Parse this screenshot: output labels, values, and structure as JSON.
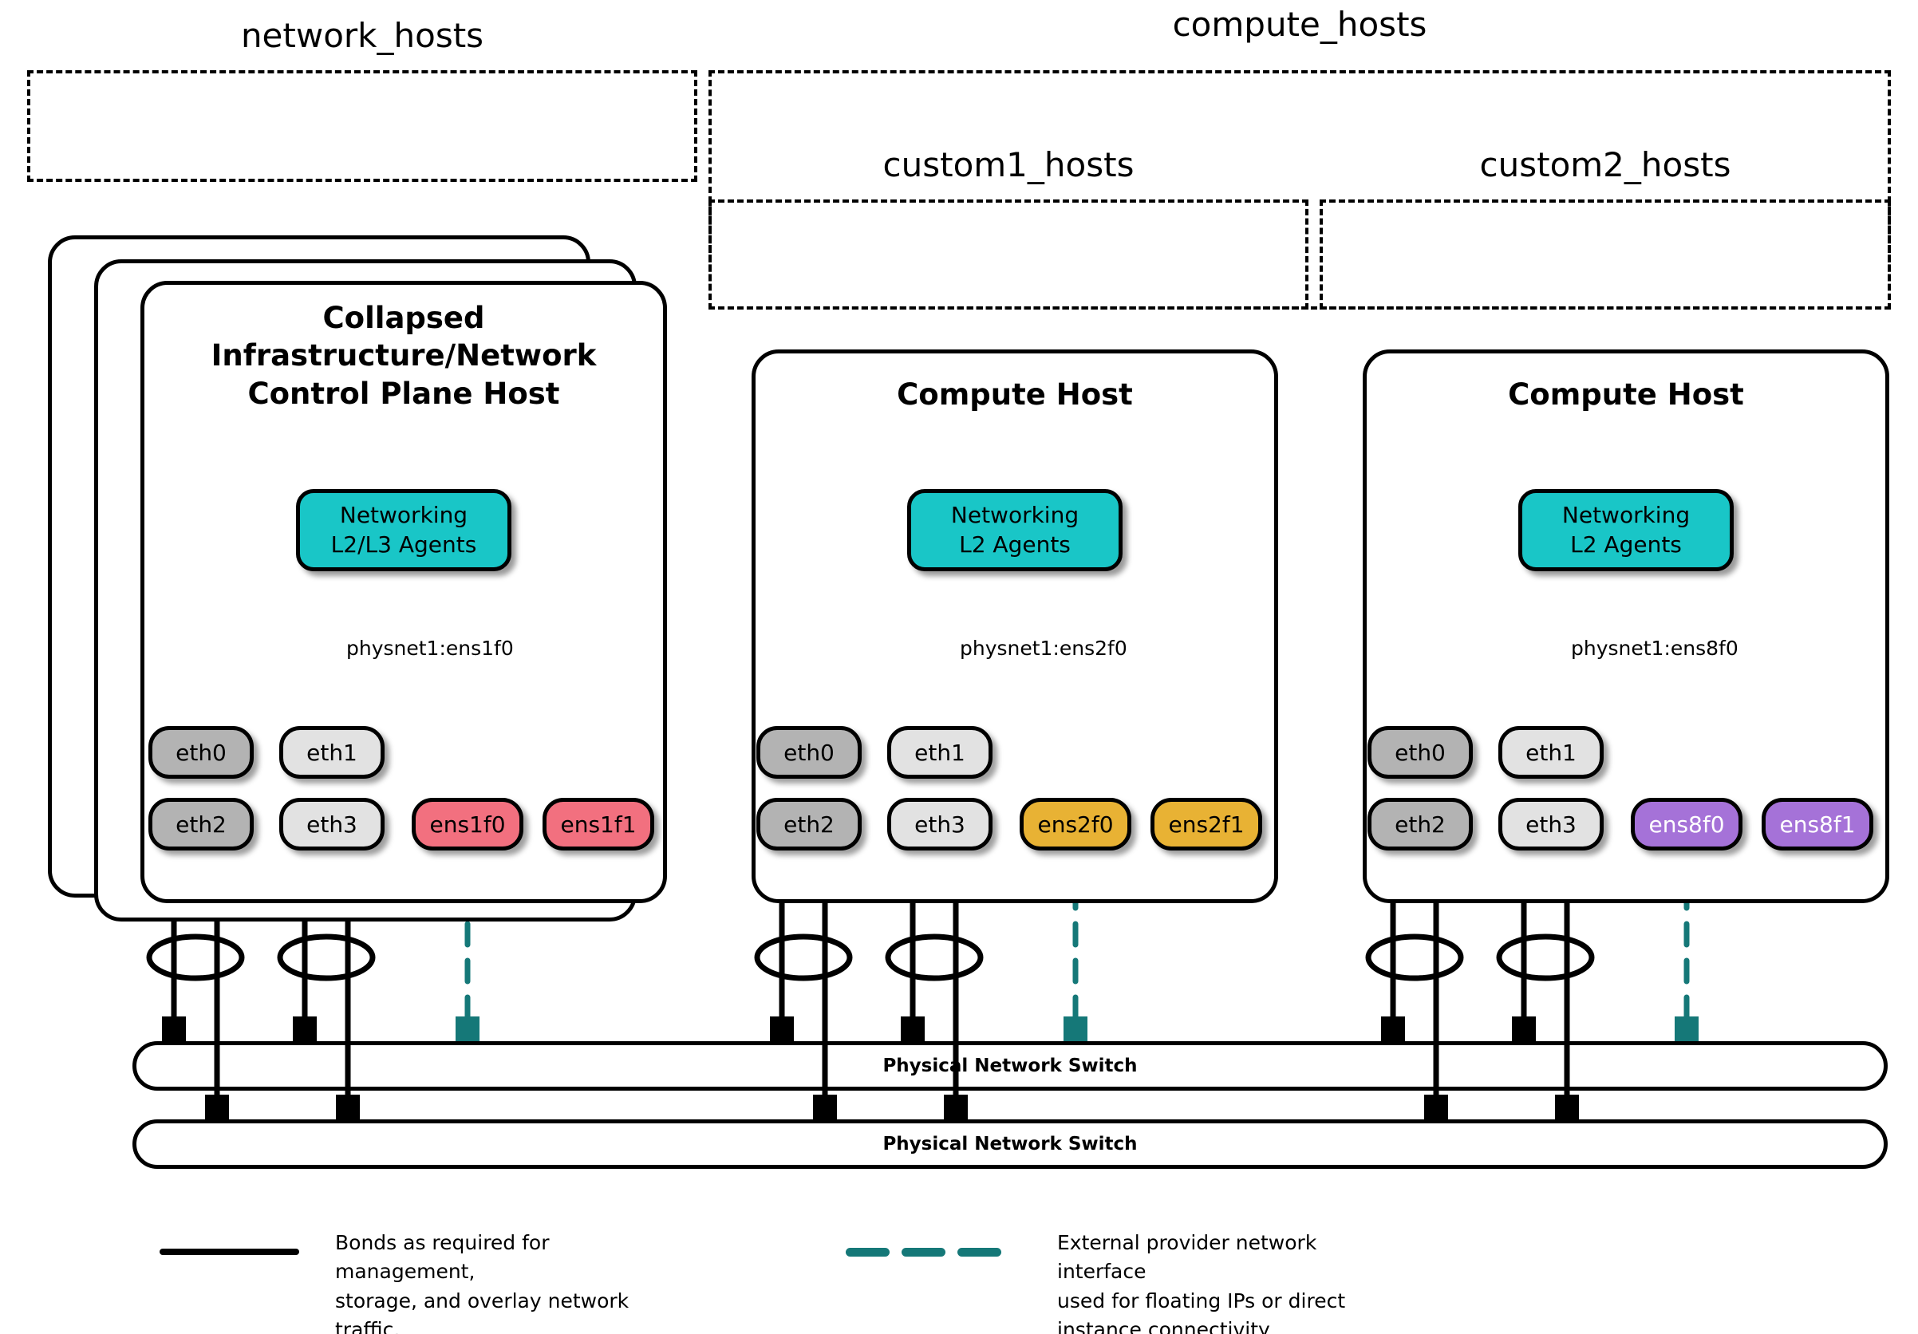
{
  "colors": {
    "teal_fill": "#19C6C7",
    "teal_line": "#157878",
    "nic_dark_gray": "#B3B3B3",
    "nic_light_gray": "#E2E2E2",
    "nic_pink": "#F2707F",
    "nic_orange": "#E8B234",
    "nic_purple": "#A572D8",
    "stroke": "#000000",
    "text_on_purple": "#FFFFFF"
  },
  "groups": [
    {
      "id": "network_hosts",
      "label": "network_hosts"
    },
    {
      "id": "compute_hosts",
      "label": "compute_hosts"
    },
    {
      "id": "custom1_hosts",
      "label": "custom1_hosts"
    },
    {
      "id": "custom2_hosts",
      "label": "custom2_hosts"
    }
  ],
  "hosts": [
    {
      "id": "collapsed-control-plane-host",
      "title": "Collapsed\nInfrastructure/Network\nControl Plane Host",
      "stacked": true,
      "agent": {
        "label": "Networking\nL2/L3 Agents",
        "fill": "#19C6C7"
      },
      "physnet": "physnet1:ens1f0",
      "nics_top": [
        {
          "name": "eth0",
          "fill": "#B3B3B3",
          "text": "#000000"
        },
        {
          "name": "eth1",
          "fill": "#E2E2E2",
          "text": "#000000"
        }
      ],
      "nics_bottom": [
        {
          "name": "eth2",
          "fill": "#B3B3B3",
          "text": "#000000"
        },
        {
          "name": "eth3",
          "fill": "#E2E2E2",
          "text": "#000000"
        },
        {
          "name": "ens1f0",
          "fill": "#F2707F",
          "text": "#000000"
        },
        {
          "name": "ens1f1",
          "fill": "#F2707F",
          "text": "#000000"
        }
      ]
    },
    {
      "id": "compute-host-1",
      "title": "Compute Host",
      "stacked": false,
      "agent": {
        "label": "Networking\nL2 Agents",
        "fill": "#19C6C7"
      },
      "physnet": "physnet1:ens2f0",
      "nics_top": [
        {
          "name": "eth0",
          "fill": "#B3B3B3",
          "text": "#000000"
        },
        {
          "name": "eth1",
          "fill": "#E2E2E2",
          "text": "#000000"
        }
      ],
      "nics_bottom": [
        {
          "name": "eth2",
          "fill": "#B3B3B3",
          "text": "#000000"
        },
        {
          "name": "eth3",
          "fill": "#E2E2E2",
          "text": "#000000"
        },
        {
          "name": "ens2f0",
          "fill": "#E8B234",
          "text": "#000000"
        },
        {
          "name": "ens2f1",
          "fill": "#E8B234",
          "text": "#000000"
        }
      ]
    },
    {
      "id": "compute-host-2",
      "title": "Compute Host",
      "stacked": false,
      "agent": {
        "label": "Networking\nL2 Agents",
        "fill": "#19C6C7"
      },
      "physnet": "physnet1:ens8f0",
      "nics_top": [
        {
          "name": "eth0",
          "fill": "#B3B3B3",
          "text": "#000000"
        },
        {
          "name": "eth1",
          "fill": "#E2E2E2",
          "text": "#000000"
        }
      ],
      "nics_bottom": [
        {
          "name": "eth2",
          "fill": "#B3B3B3",
          "text": "#000000"
        },
        {
          "name": "eth3",
          "fill": "#E2E2E2",
          "text": "#000000"
        },
        {
          "name": "ens8f0",
          "fill": "#A572D8",
          "text": "#FFFFFF"
        },
        {
          "name": "ens8f1",
          "fill": "#A572D8",
          "text": "#FFFFFF"
        }
      ]
    }
  ],
  "switches": [
    {
      "id": "switch-1",
      "label": "Physical Network Switch"
    },
    {
      "id": "switch-2",
      "label": "Physical Network Switch"
    }
  ],
  "legend": [
    {
      "id": "bonds",
      "style": "solid",
      "color": "#000000",
      "text": "Bonds as required for management,\nstorage, and overlay network traffic."
    },
    {
      "id": "external-provider",
      "style": "dashed",
      "color": "#157878",
      "text": "External provider network interface\nused for floating IPs or direct\ninstance connectivity"
    }
  ]
}
